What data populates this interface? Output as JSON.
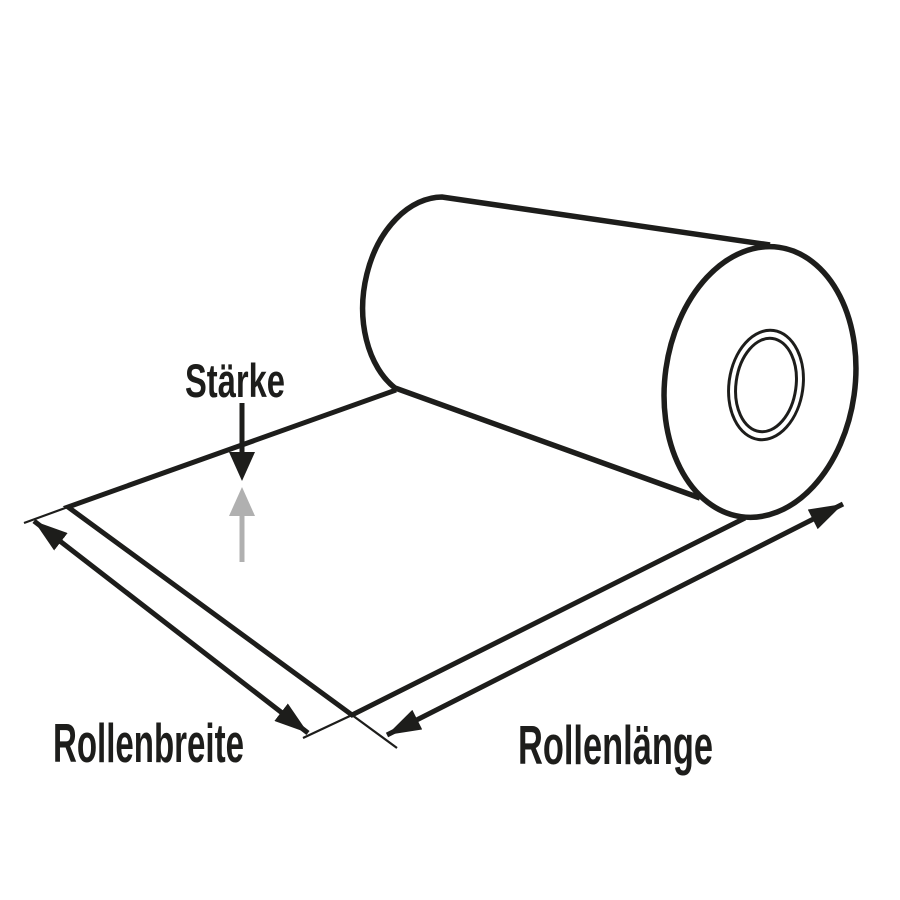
{
  "diagram": {
    "labels": {
      "thickness": "Stärke",
      "roll_width": "Rollenbreite",
      "roll_length": "Rollenlänge"
    },
    "colors": {
      "line": "#1d1d1b",
      "thickness_up_arrow_gray": "#b0b0b0",
      "background": "#ffffff"
    }
  }
}
